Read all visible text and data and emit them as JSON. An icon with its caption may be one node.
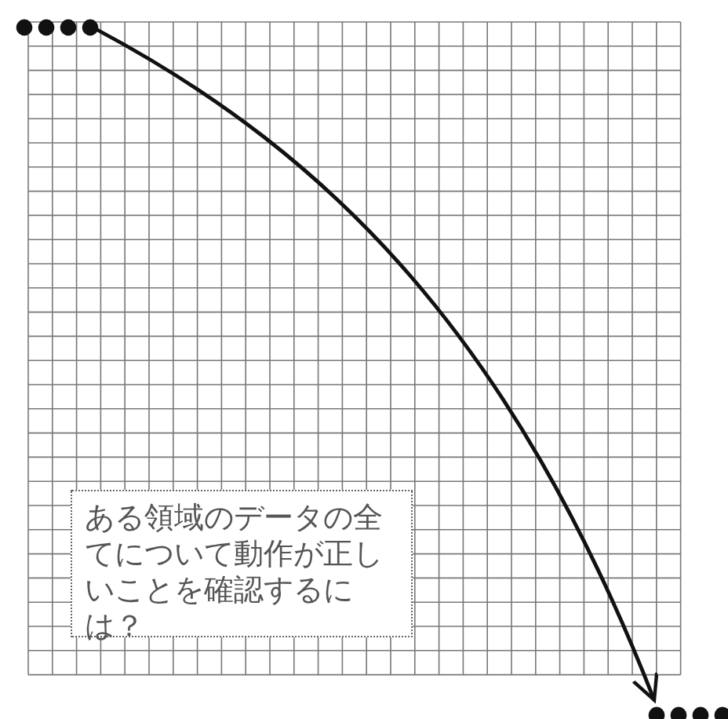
{
  "diagram": {
    "nodes": [
      {
        "text": [],
        "shape": "dots"
      },
      {
        "text": [],
        "shape": "dots"
      },
      {
        "text": [
          "ある領域のデータの全てについて動作が正しいことを確認するには？"
        ]
      }
    ],
    "edges": [
      {
        "from": 0,
        "to": 1,
        "arrow": "to"
      }
    ]
  }
}
